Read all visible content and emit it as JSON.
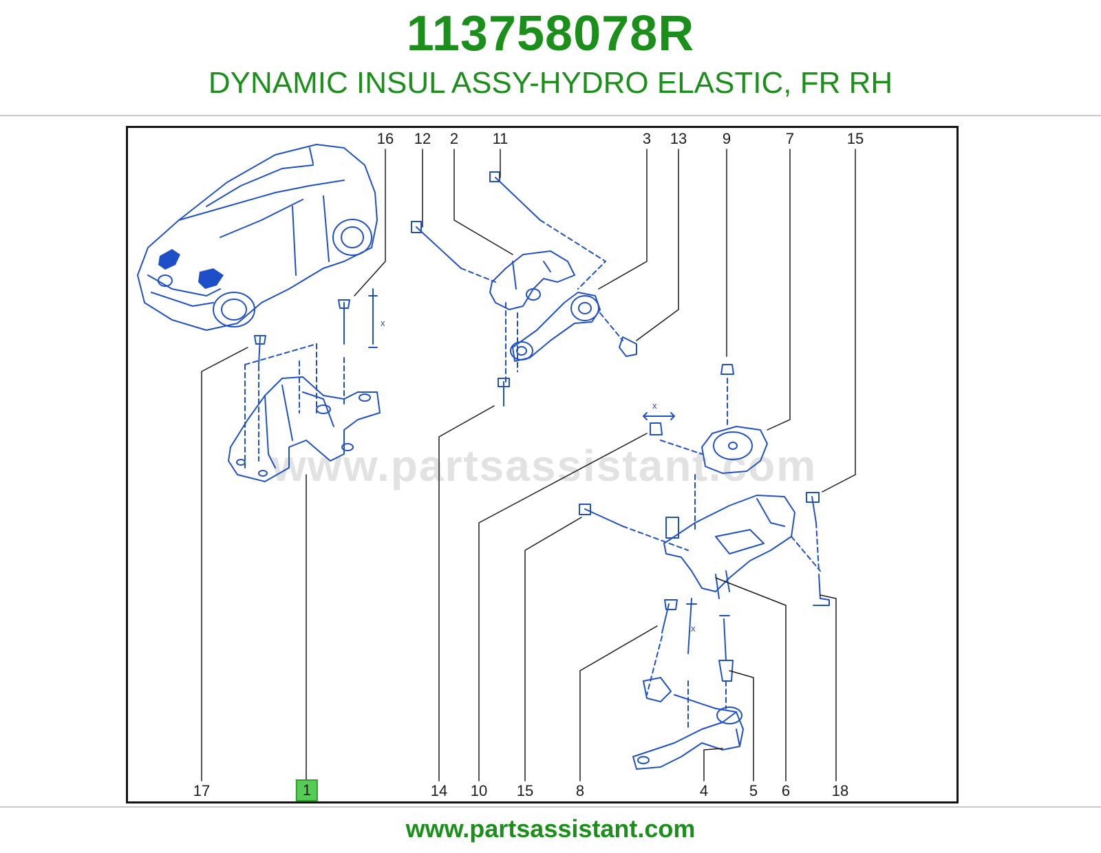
{
  "header": {
    "part_number": "113758078R",
    "description": "DYNAMIC INSUL ASSY-HYDRO ELASTIC, FR RH"
  },
  "diagram": {
    "watermark": "www.partsassistant.com",
    "top_callouts": [
      "16",
      "12",
      "2",
      "11",
      "3",
      "13",
      "9",
      "7",
      "15"
    ],
    "bottom_callouts": [
      "17",
      "1",
      "14",
      "10",
      "15",
      "8",
      "4",
      "5",
      "6",
      "18"
    ],
    "highlighted_callout": "1",
    "dimension_marker": "x",
    "colors": {
      "line_art": "#1f4fc8",
      "highlight": "#55cc55",
      "brand_green": "#1a8f1a"
    }
  },
  "footer": {
    "url": "www.partsassistant.com"
  }
}
